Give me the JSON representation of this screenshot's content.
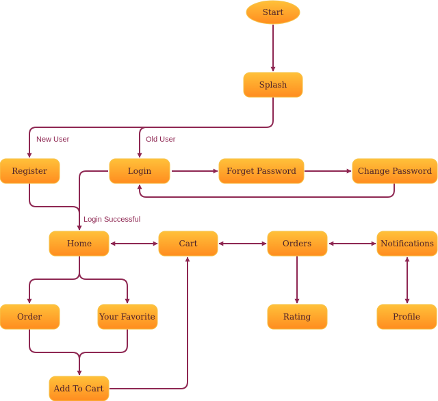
{
  "nodes": {
    "start": "Start",
    "splash": "Splash",
    "register": "Register",
    "login": "Login",
    "forget_password": "Forget Password",
    "change_password": "Change Password",
    "home": "Home",
    "cart": "Cart",
    "orders": "Orders",
    "notifications": "Notifications",
    "order": "Order",
    "your_favorite": "Your Favorite",
    "rating": "Rating",
    "profile": "Profile",
    "add_to_cart": "Add To Cart"
  },
  "edge_labels": {
    "new_user": "New User",
    "old_user": "Old User",
    "login_successful": "Login Successful"
  },
  "colors": {
    "node_top": "#ffc13a",
    "node_bottom": "#ff8c1f",
    "edge": "#8e2752"
  }
}
